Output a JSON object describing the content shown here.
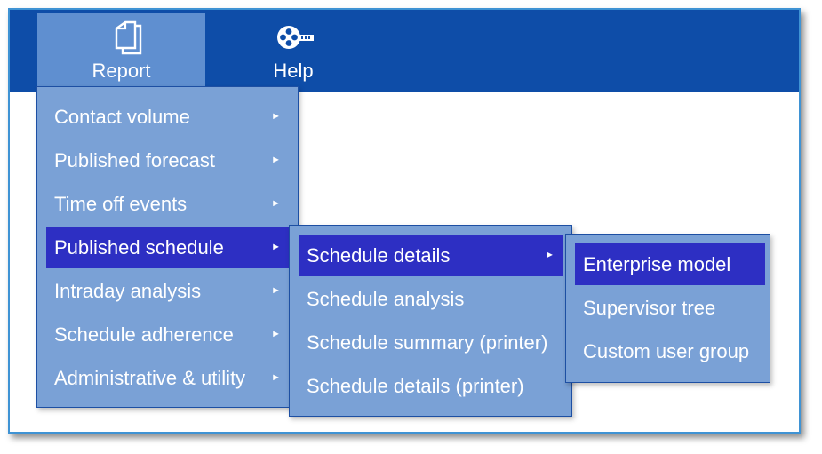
{
  "toolbar": {
    "report": {
      "label": "Report",
      "icon": "documents-icon"
    },
    "help": {
      "label": "Help",
      "icon": "film-reel-icon"
    }
  },
  "menu_level1": {
    "items": [
      {
        "label": "Contact volume",
        "has_submenu": true
      },
      {
        "label": "Published forecast",
        "has_submenu": true
      },
      {
        "label": "Time off events",
        "has_submenu": true
      },
      {
        "label": "Published schedule",
        "has_submenu": true,
        "selected": true
      },
      {
        "label": "Intraday analysis",
        "has_submenu": true
      },
      {
        "label": "Schedule adherence",
        "has_submenu": true
      },
      {
        "label": "Administrative & utility",
        "has_submenu": true
      }
    ]
  },
  "menu_level2": {
    "items": [
      {
        "label": "Schedule details",
        "has_submenu": true,
        "selected": true
      },
      {
        "label": "Schedule analysis"
      },
      {
        "label": "Schedule summary (printer)"
      },
      {
        "label": "Schedule details (printer)"
      }
    ]
  },
  "menu_level3": {
    "items": [
      {
        "label": "Enterprise model",
        "selected": true
      },
      {
        "label": "Supervisor tree"
      },
      {
        "label": "Custom user group"
      }
    ]
  },
  "colors": {
    "toolbar": "#0e4da8",
    "active_button": "#5f8fd0",
    "menu_background": "#7aa1d6",
    "menu_selected": "#2d2fc3",
    "frame_border": "#3f93d4"
  },
  "arrow_glyph": "►"
}
